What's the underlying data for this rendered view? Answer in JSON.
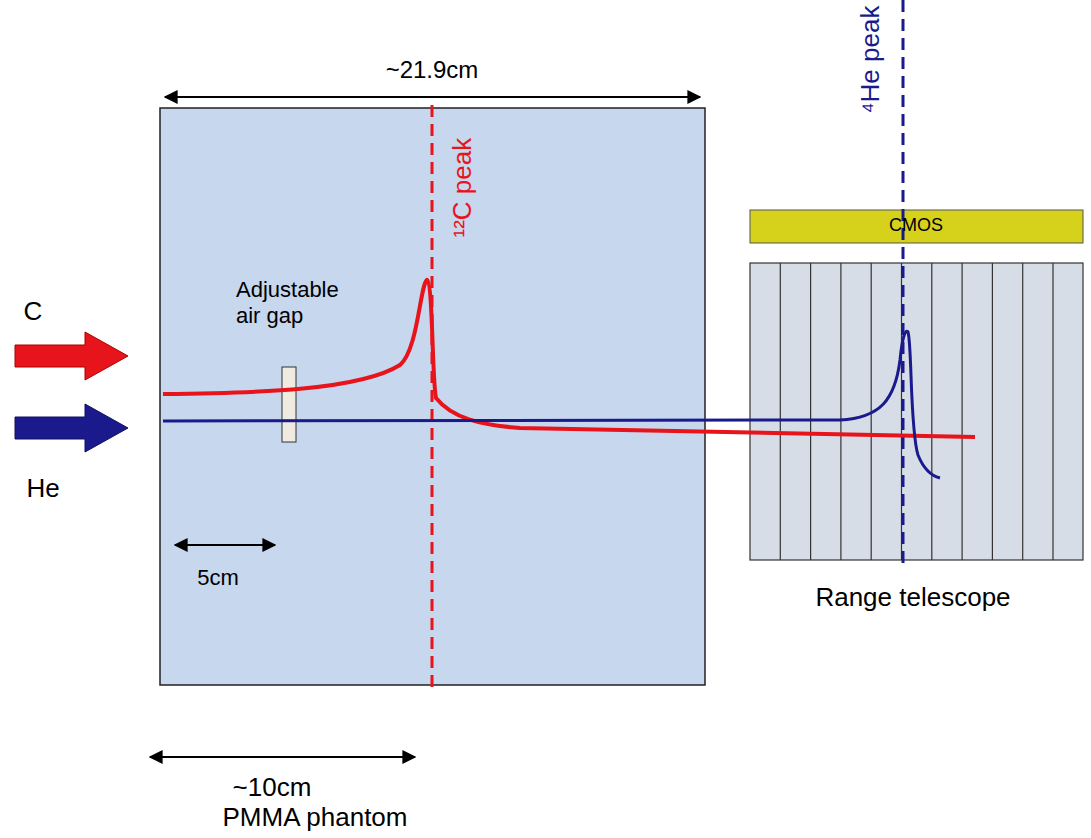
{
  "diagram": {
    "nodes": [
      {
        "text": [
          "PMMA phantom"
        ]
      },
      {
        "text": [
          "CMOS"
        ]
      },
      {
        "text": [
          "Range telescope"
        ]
      }
    ],
    "labels": [
      "~21.9cm",
      "¹²C peak",
      "⁴He peak",
      "Adjustable air gap",
      "C",
      "He",
      "5cm",
      "~10cm"
    ]
  }
}
